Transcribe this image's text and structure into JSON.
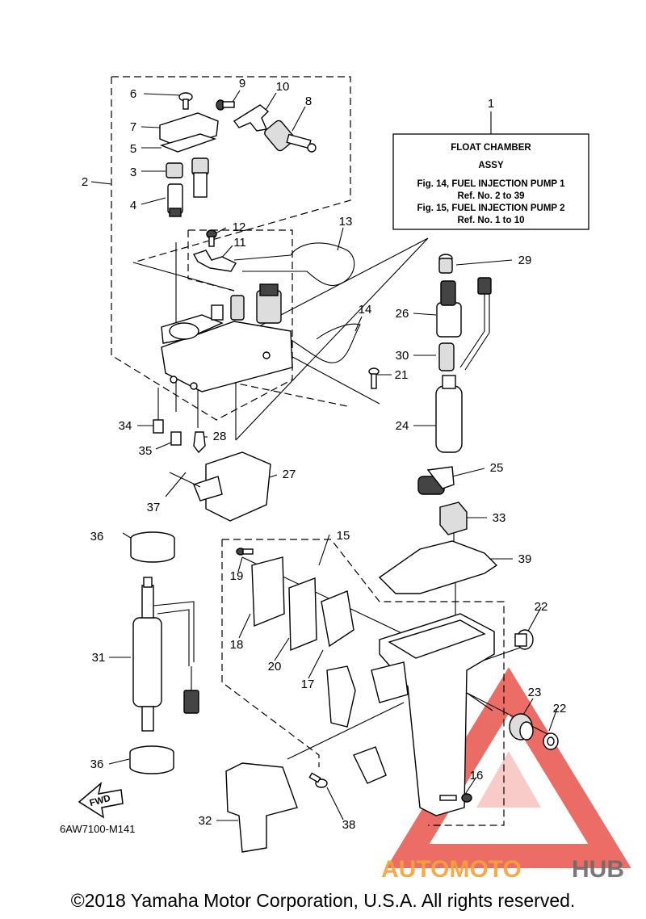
{
  "drawing_code": "6AW7100-M141",
  "copyright": "©2018 Yamaha Motor Corporation, U.S.A. All rights reserved.",
  "watermark": {
    "brand_part1": "AUTOMOTO",
    "brand_part2": "HUB",
    "colors": {
      "triangle": "#e8534a",
      "auto": "#f2a33a",
      "hub": "#6b6b6b"
    }
  },
  "fwd_label": "FWD",
  "note_box": {
    "line1": "FLOAT CHAMBER",
    "line2": "ASSY",
    "line3": "Fig. 14, FUEL INJECTION PUMP 1",
    "line4": "Ref. No. 2 to 39",
    "line5": "Fig. 15, FUEL INJECTION PUMP 2",
    "line6": "Ref. No. 1 to 10"
  },
  "callouts": {
    "c1": "1",
    "c2": "2",
    "c3": "3",
    "c4": "4",
    "c5": "5",
    "c6": "6",
    "c7": "7",
    "c8": "8",
    "c9": "9",
    "c10": "10",
    "c11": "11",
    "c12": "12",
    "c13": "13",
    "c14": "14",
    "c15": "15",
    "c16": "16",
    "c17": "17",
    "c18": "18",
    "c19": "19",
    "c20": "20",
    "c21": "21",
    "c22a": "22",
    "c22b": "22",
    "c23": "23",
    "c24": "24",
    "c25": "25",
    "c26": "26",
    "c27": "27",
    "c28": "28",
    "c29": "29",
    "c30": "30",
    "c31": "31",
    "c32": "32",
    "c33": "33",
    "c34": "34",
    "c35": "35",
    "c36a": "36",
    "c36b": "36",
    "c37": "37",
    "c38": "38",
    "c39": "39"
  }
}
